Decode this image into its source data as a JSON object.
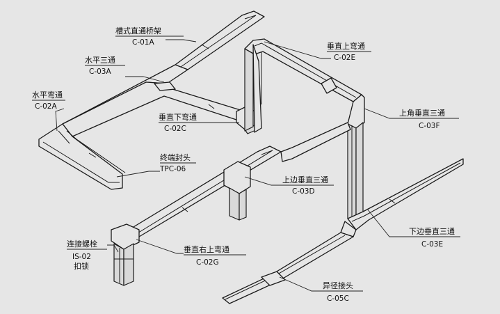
{
  "diagram_title": "Cable tray system component labels",
  "colors": {
    "background": "#e6e6e6",
    "line": "#1a1a1a"
  },
  "labels": [
    {
      "id": "c01a",
      "name": "槽式直通桥架",
      "code": "C-01A"
    },
    {
      "id": "c03a",
      "name": "水平三通",
      "code": "C-03A"
    },
    {
      "id": "c02a",
      "name": "水平弯通",
      "code": "C-02A"
    },
    {
      "id": "c02e",
      "name": "垂直上弯通",
      "code": "C-02E"
    },
    {
      "id": "c02c",
      "name": "垂直下弯通",
      "code": "C-02C"
    },
    {
      "id": "c03f",
      "name": "上角垂直三通",
      "code": "C-03F"
    },
    {
      "id": "tpc06",
      "name": "终端封头",
      "code": "TPC-06"
    },
    {
      "id": "c03d",
      "name": "上边垂直三通",
      "code": "C-03D"
    },
    {
      "id": "c03e",
      "name": "下边垂直三通",
      "code": "C-03E"
    },
    {
      "id": "is02",
      "name": "连接螺栓",
      "code": "IS-02",
      "extra": "扣锁"
    },
    {
      "id": "c02g",
      "name": "垂直右上弯通",
      "code": "C-02G"
    },
    {
      "id": "c05c",
      "name": "异径接头",
      "code": "C-05C"
    }
  ]
}
